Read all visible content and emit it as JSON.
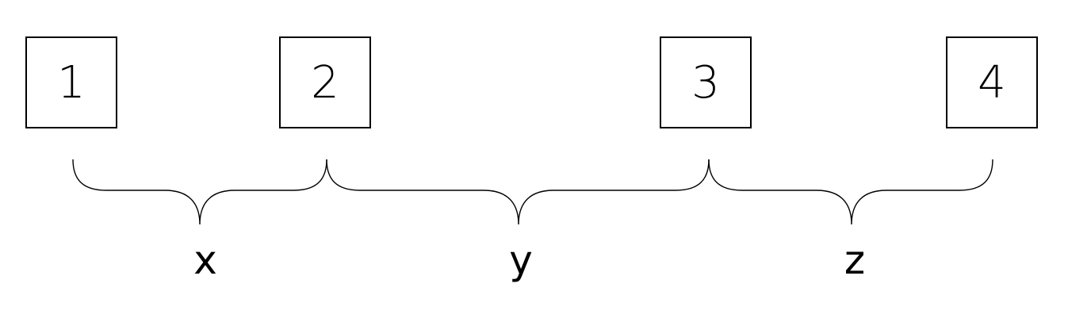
{
  "boxes": [
    "1",
    "2",
    "3",
    "4"
  ],
  "brace_labels": [
    "x",
    "y",
    "z"
  ]
}
